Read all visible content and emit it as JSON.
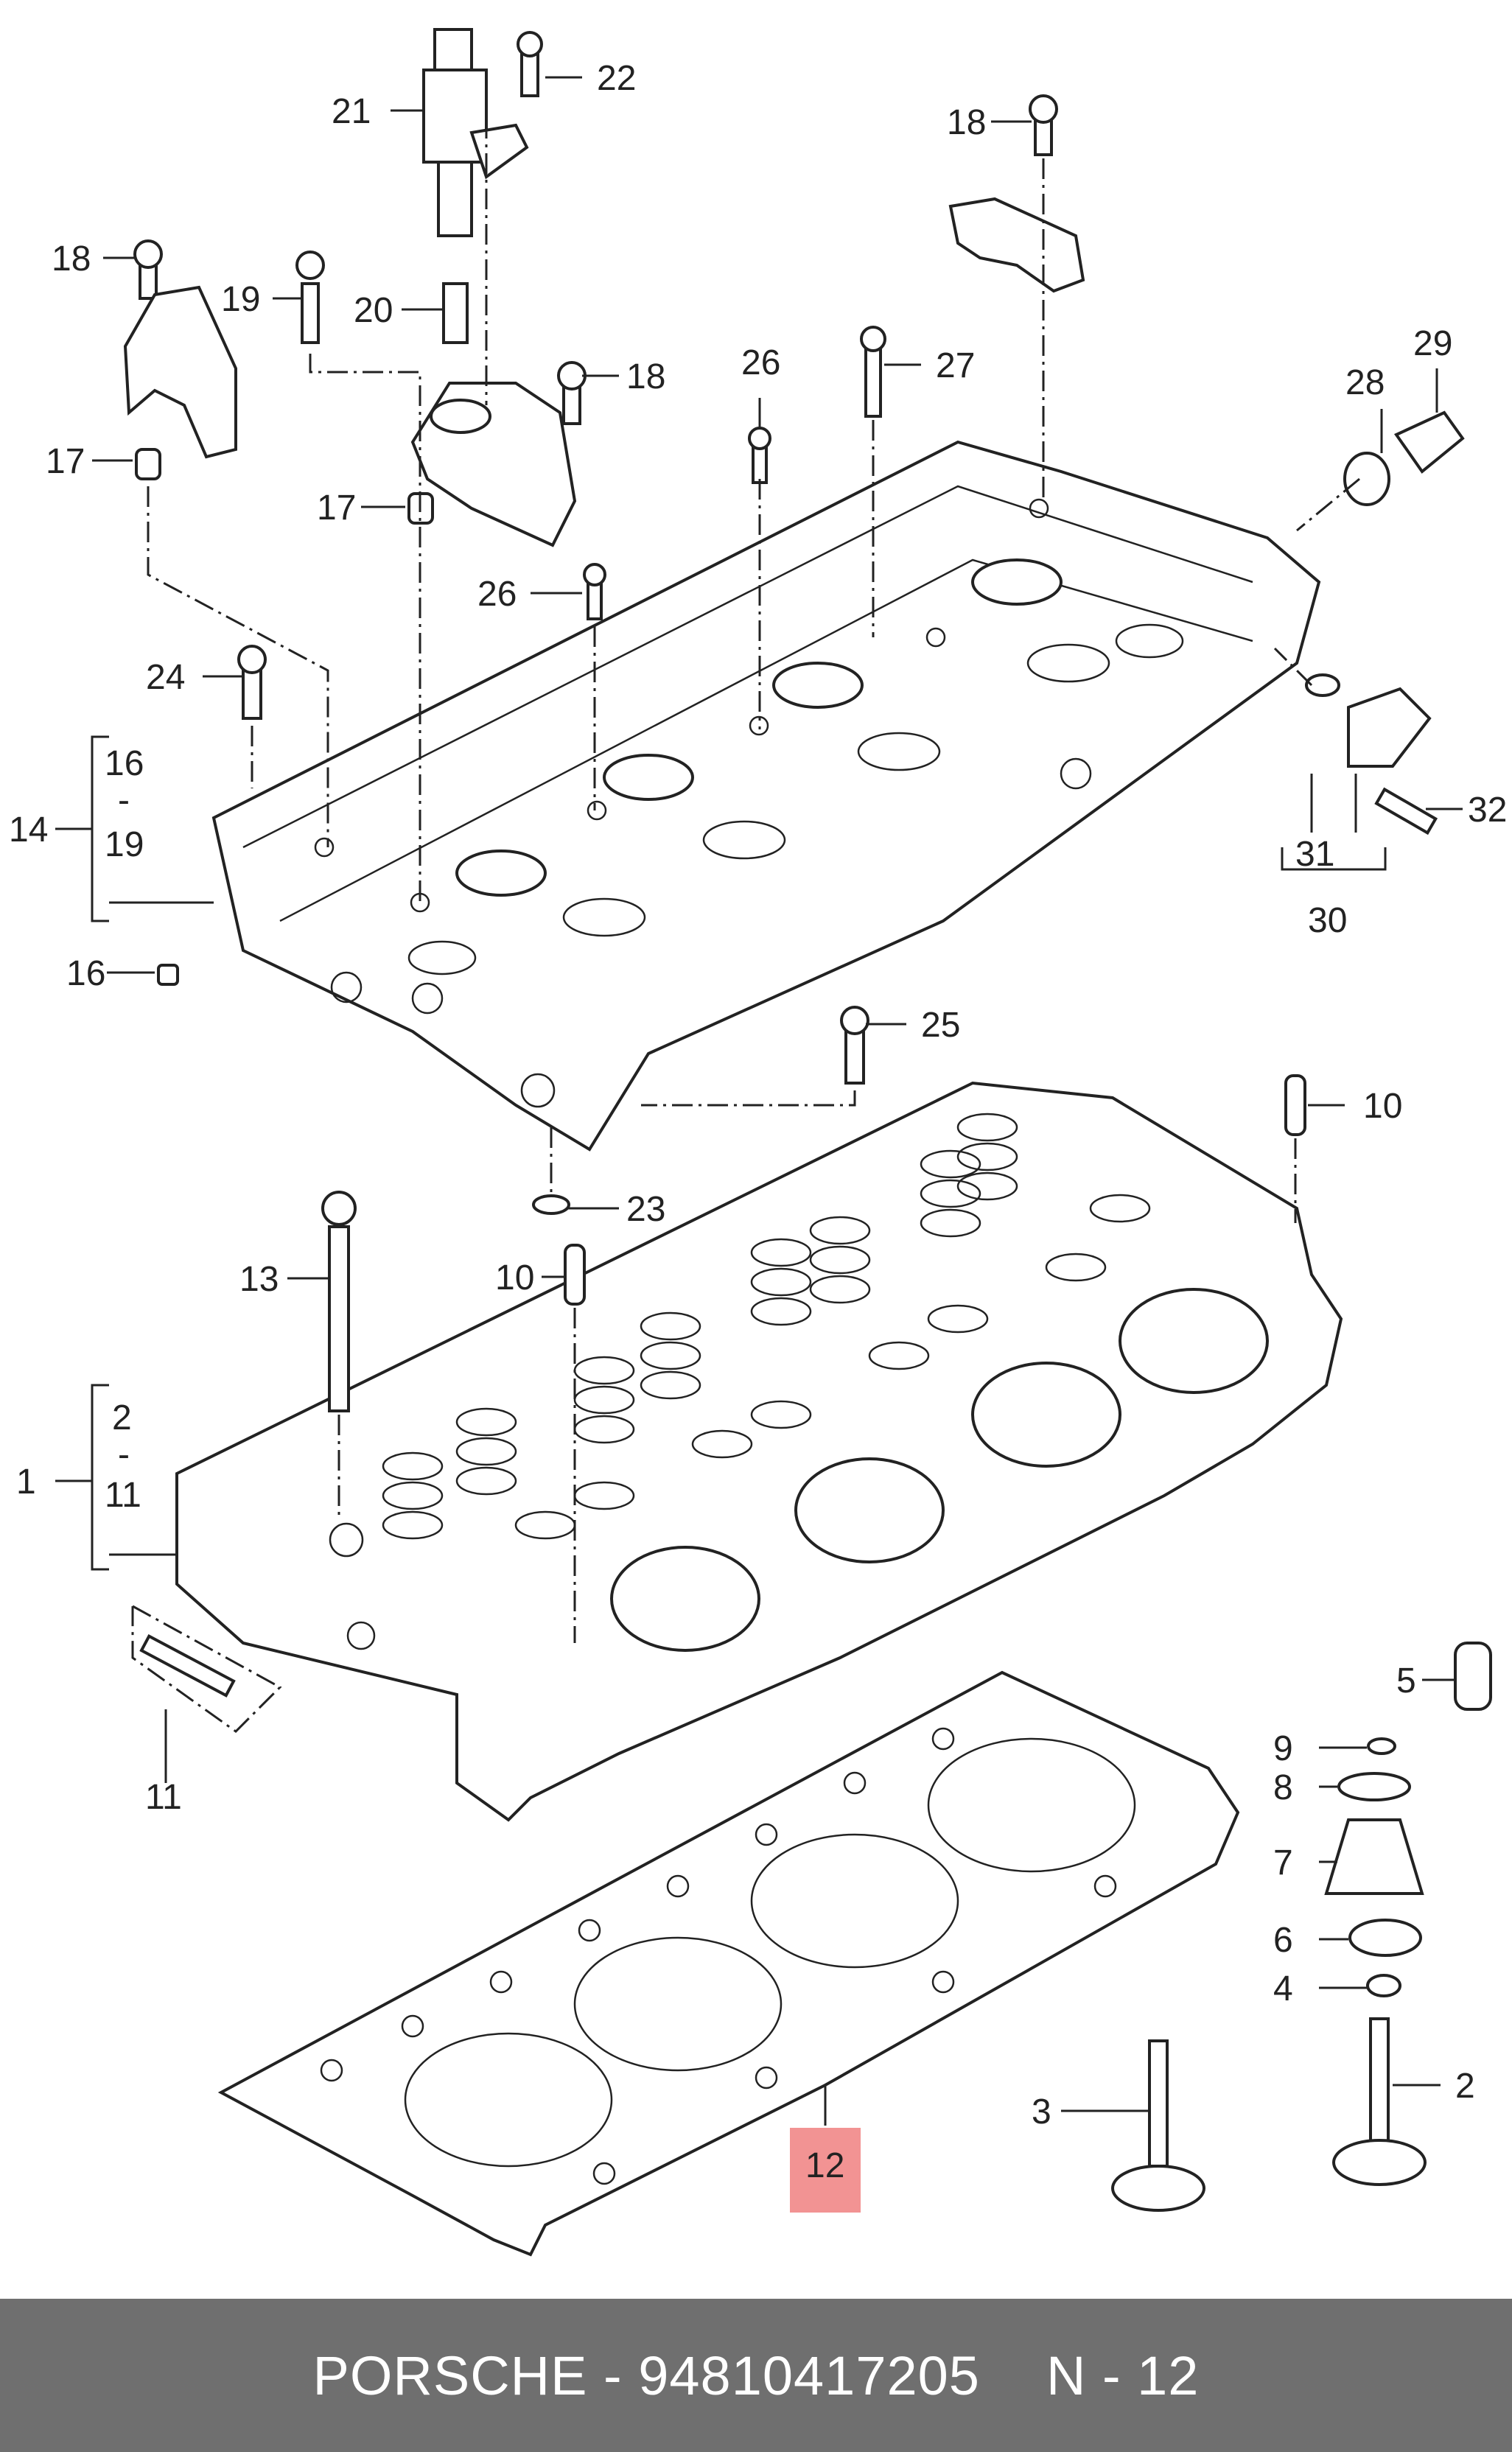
{
  "callouts": {
    "c1": "1",
    "c2": "2",
    "c2range": "2",
    "c2dash": "-",
    "c11range": "11",
    "c3": "3",
    "c4": "4",
    "c5": "5",
    "c6": "6",
    "c7": "7",
    "c8": "8",
    "c9": "9",
    "c10a": "10",
    "c10b": "10",
    "c11": "11",
    "c12": "12",
    "c13": "13",
    "c14": "14",
    "c16range": "16",
    "c16dash": "-",
    "c19range": "19",
    "c16": "16",
    "c17a": "17",
    "c17b": "17",
    "c18a": "18",
    "c18b": "18",
    "c18c": "18",
    "c19": "19",
    "c20": "20",
    "c21": "21",
    "c22": "22",
    "c23": "23",
    "c24": "24",
    "c25": "25",
    "c26a": "26",
    "c26b": "26",
    "c27": "27",
    "c28": "28",
    "c29": "29",
    "c30": "30",
    "c31": "31",
    "c32": "32"
  },
  "highlight": {
    "callout": "12",
    "color": "#f08080"
  },
  "footer": {
    "brand": "PORSCHE",
    "sep": " - ",
    "part_number": "94810417205",
    "ref": "N - 12"
  }
}
